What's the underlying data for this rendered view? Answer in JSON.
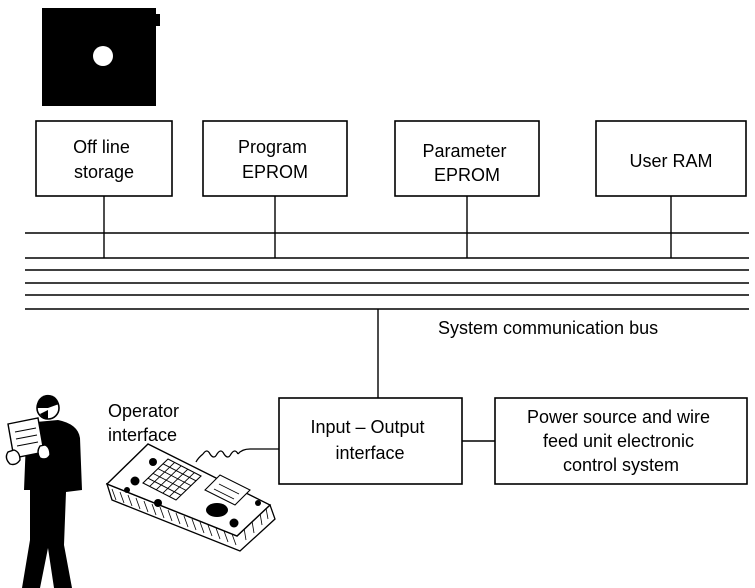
{
  "diagram": {
    "boxes": {
      "offline_storage": [
        "Off line",
        "storage"
      ],
      "program_eprom": [
        "Program",
        "EPROM"
      ],
      "parameter_eprom": [
        "Parameter",
        "EPROM"
      ],
      "user_ram": [
        "User RAM"
      ],
      "io_interface": [
        "Input – Output",
        "interface"
      ],
      "power_source": [
        "Power source and wire",
        "feed unit electronic",
        "control system"
      ]
    },
    "labels": {
      "bus": "System communication bus",
      "operator_interface": [
        "Operator",
        "interface"
      ]
    }
  }
}
